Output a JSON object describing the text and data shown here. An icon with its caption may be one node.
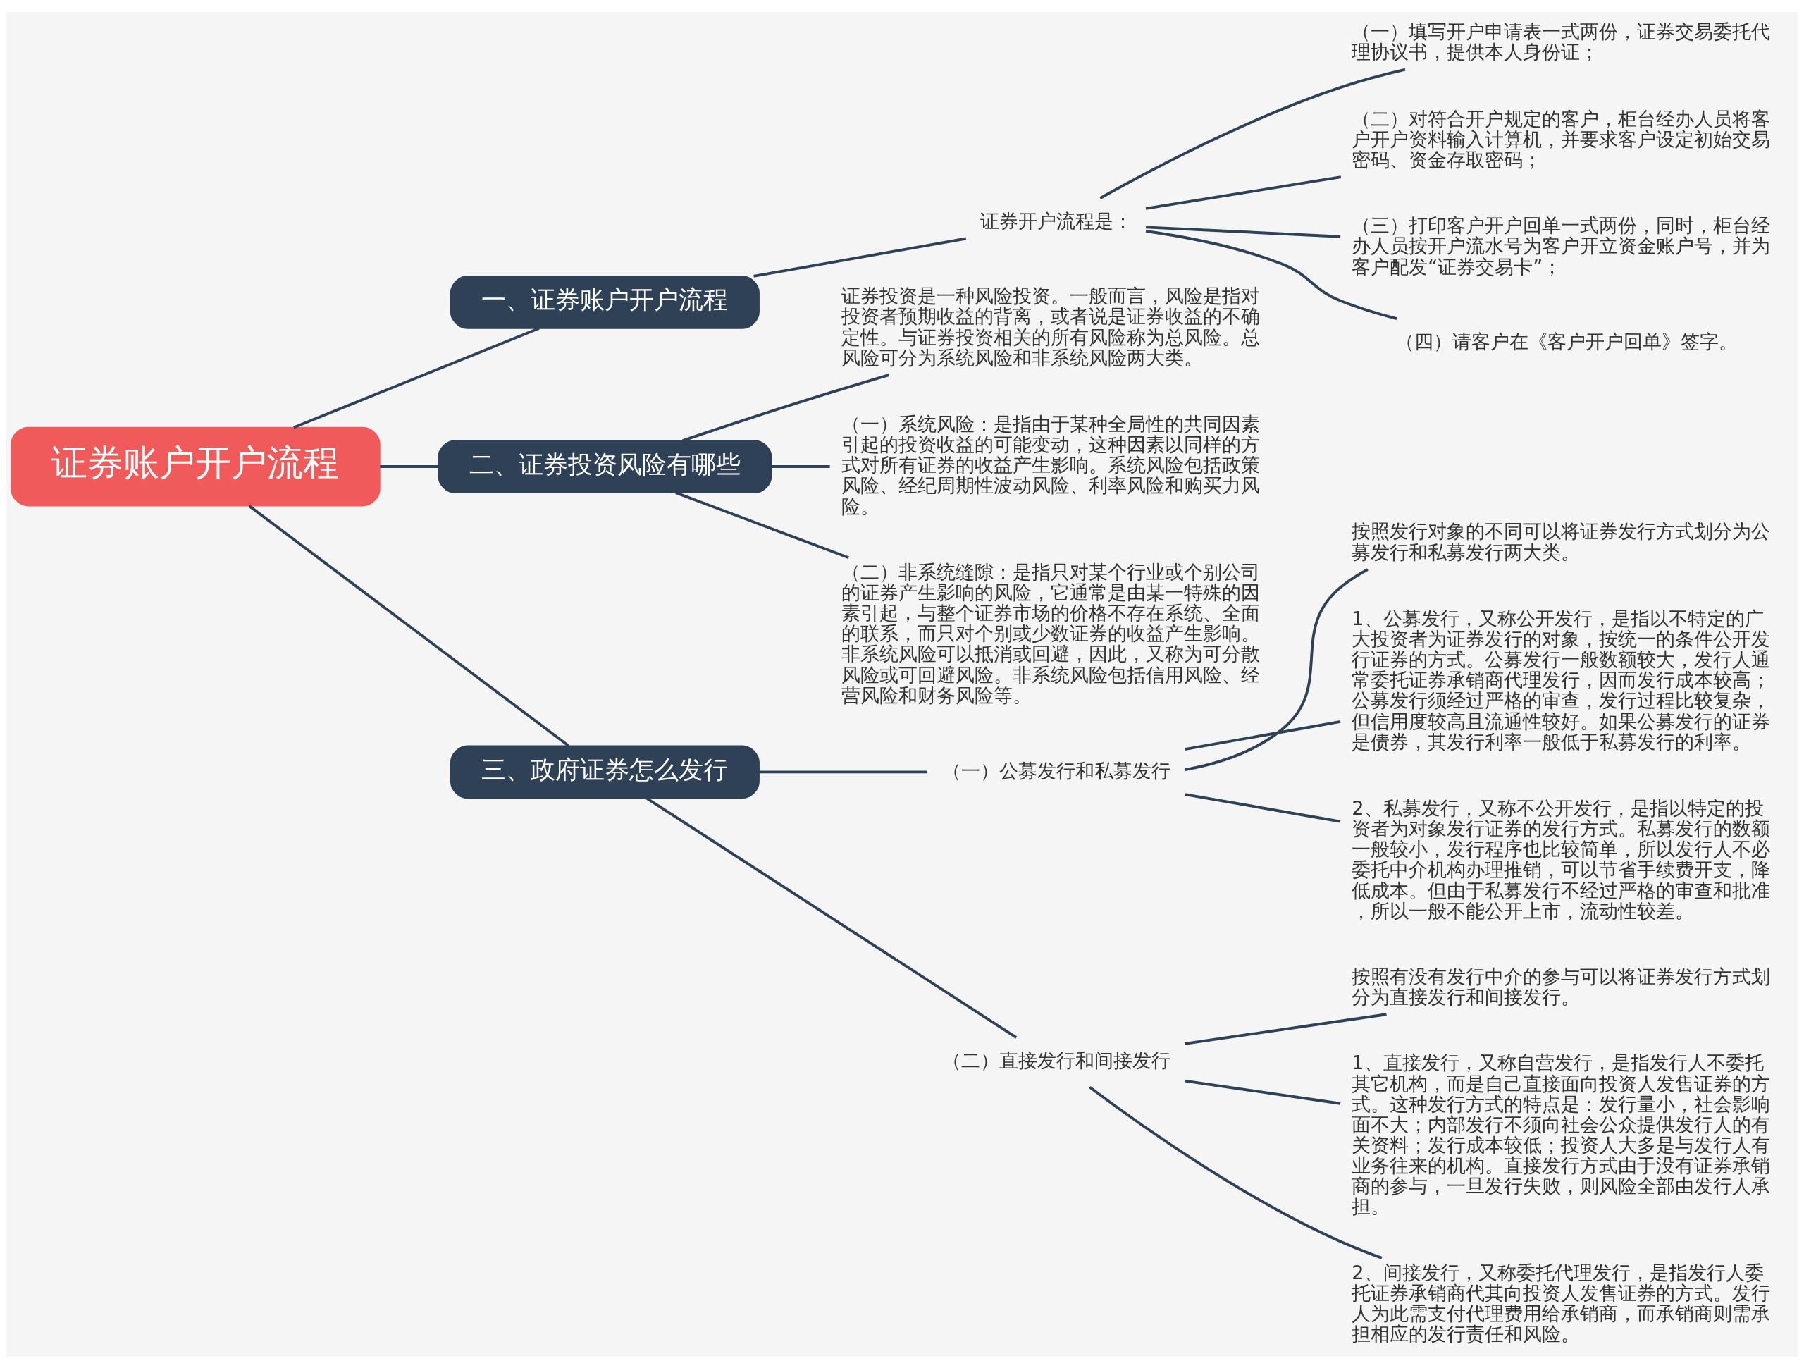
{
  "diagram": {
    "nodes": [
      {
        "text": [
          "证券账户开户流程"
        ]
      },
      {
        "text": [
          "一、证券账户开户流程"
        ]
      },
      {
        "text": [
          "证券开户流程是："
        ]
      },
      {
        "text": [
          "（一）填写开户申请表一式两份，证券交易委托代理协议书，提供本人身份证；"
        ]
      },
      {
        "text": [
          "（二）对符合开户规定的客户，柜台经办人员将客户开户资料输入计算机，并要求客户设定初始交易密码、资金存取密码；"
        ]
      },
      {
        "text": [
          "（三）打印客户开户回单一式两份，同时，柜台经办人员按开户流水号为客户开立资金账户号，并为客户配发“证券交易卡”；"
        ]
      },
      {
        "text": [
          "（四）请客户在《客户开户回单》签字。"
        ]
      },
      {
        "text": [
          "二、证券投资风险有哪些"
        ]
      },
      {
        "text": [
          "证券投资是一种风险投资。一般而言，风险是指对投资者预期收益的背离，或者说是证券收益的不确定性。与证券投资相关的所有风险称为总风险。总风险可分为系统风险和非系统风险两大类。"
        ]
      },
      {
        "text": [
          "（一）系统风险：是指由于某种全局性的共同因素引起的投资收益的可能变动，这种因素以同样的方式对所有证券的收益产生影响。系统风险包括政策风险、经纪周期性波动风险、利率风险和购买力风险。"
        ]
      },
      {
        "text": [
          "（二）非系统缝隙：是指只对某个行业或个别公司的证券产生影响的风险，它通常是由某一特殊的因素引起，与整个证券市场的价格不存在系统、全面的联系，而只对个别或少数证券的收益产生影响。非系统风险可以抵消或回避，因此，又称为可分散风险或可回避风险。非系统风险包括信用风险、经营风险和财务风险等。"
        ]
      },
      {
        "text": [
          "三、政府证券怎么发行"
        ]
      },
      {
        "text": [
          "（一）公募发行和私募发行"
        ]
      },
      {
        "text": [
          "按照发行对象的不同可以将证券发行方式划分为公募发行和私募发行两大类。"
        ]
      },
      {
        "text": [
          "1、公募发行，又称公开发行，是指以不特定的广大投资者为证券发行的对象，按统一的条件公开发行证券的方式。公募发行一般数额较大，发行人通常委托证券承销商代理发行，因而发行成本较高；公募发行须经过严格的审查，发行过程比较复杂，但信用度较高且流通性较好。如果公募发行的证券是债券，其发行利率一般低于私募发行的利率。"
        ]
      },
      {
        "text": [
          "2、私募发行，又称不公开发行，是指以特定的投资者为对象发行证券的发行方式。私募发行的数额一般较小，发行程序也比较简单，所以发行人不必委托中介机构办理推销，可以节省手续费开支，降低成本。但由于私募发行不经过严格的审查和批准，所以一般不能公开上市，流动性较差。"
        ]
      },
      {
        "text": [
          "（二）直接发行和间接发行"
        ]
      },
      {
        "text": [
          "按照有没有发行中介的参与可以将证券发行方式划分为直接发行和间接发行。"
        ]
      },
      {
        "text": [
          "1、直接发行，又称自营发行，是指发行人不委托其它机构，而是自己直接面向投资人发售证券的方式。这种发行方式的特点是：发行量小，社会影响面不大；内部发行不须向社会公众提供发行人的有关资料；发行成本较低；投资人大多是与发行人有业务往来的机构。直接发行方式由于没有证券承销商的参与，一旦发行失败，则风险全部由发行人承担。"
        ]
      },
      {
        "text": [
          "2、间接发行，又称委托代理发行，是指发行人委托证券承销商代其向投资人发售证券的方式。发行人为此需支付代理费用给承销商，而承销商则需承担相应的发行责任和风险。"
        ]
      }
    ],
    "edges": [
      {
        "from": 0,
        "to": 1,
        "arrow": "none"
      },
      {
        "from": 1,
        "to": 2,
        "arrow": "none"
      },
      {
        "from": 2,
        "to": 3,
        "arrow": "none"
      },
      {
        "from": 2,
        "to": 4,
        "arrow": "none"
      },
      {
        "from": 2,
        "to": 5,
        "arrow": "none"
      },
      {
        "from": 2,
        "to": 6,
        "arrow": "none"
      },
      {
        "from": 0,
        "to": 7,
        "arrow": "none"
      },
      {
        "from": 7,
        "to": 8,
        "arrow": "none"
      },
      {
        "from": 7,
        "to": 9,
        "arrow": "none"
      },
      {
        "from": 7,
        "to": 10,
        "arrow": "none"
      },
      {
        "from": 0,
        "to": 11,
        "arrow": "none"
      },
      {
        "from": 11,
        "to": 12,
        "arrow": "none"
      },
      {
        "from": 12,
        "to": 13,
        "arrow": "none"
      },
      {
        "from": 12,
        "to": 14,
        "arrow": "none"
      },
      {
        "from": 12,
        "to": 15,
        "arrow": "none"
      },
      {
        "from": 11,
        "to": 16,
        "arrow": "none"
      },
      {
        "from": 16,
        "to": 17,
        "arrow": "none"
      },
      {
        "from": 16,
        "to": 18,
        "arrow": "none"
      },
      {
        "from": 16,
        "to": 19,
        "arrow": "none"
      }
    ]
  }
}
